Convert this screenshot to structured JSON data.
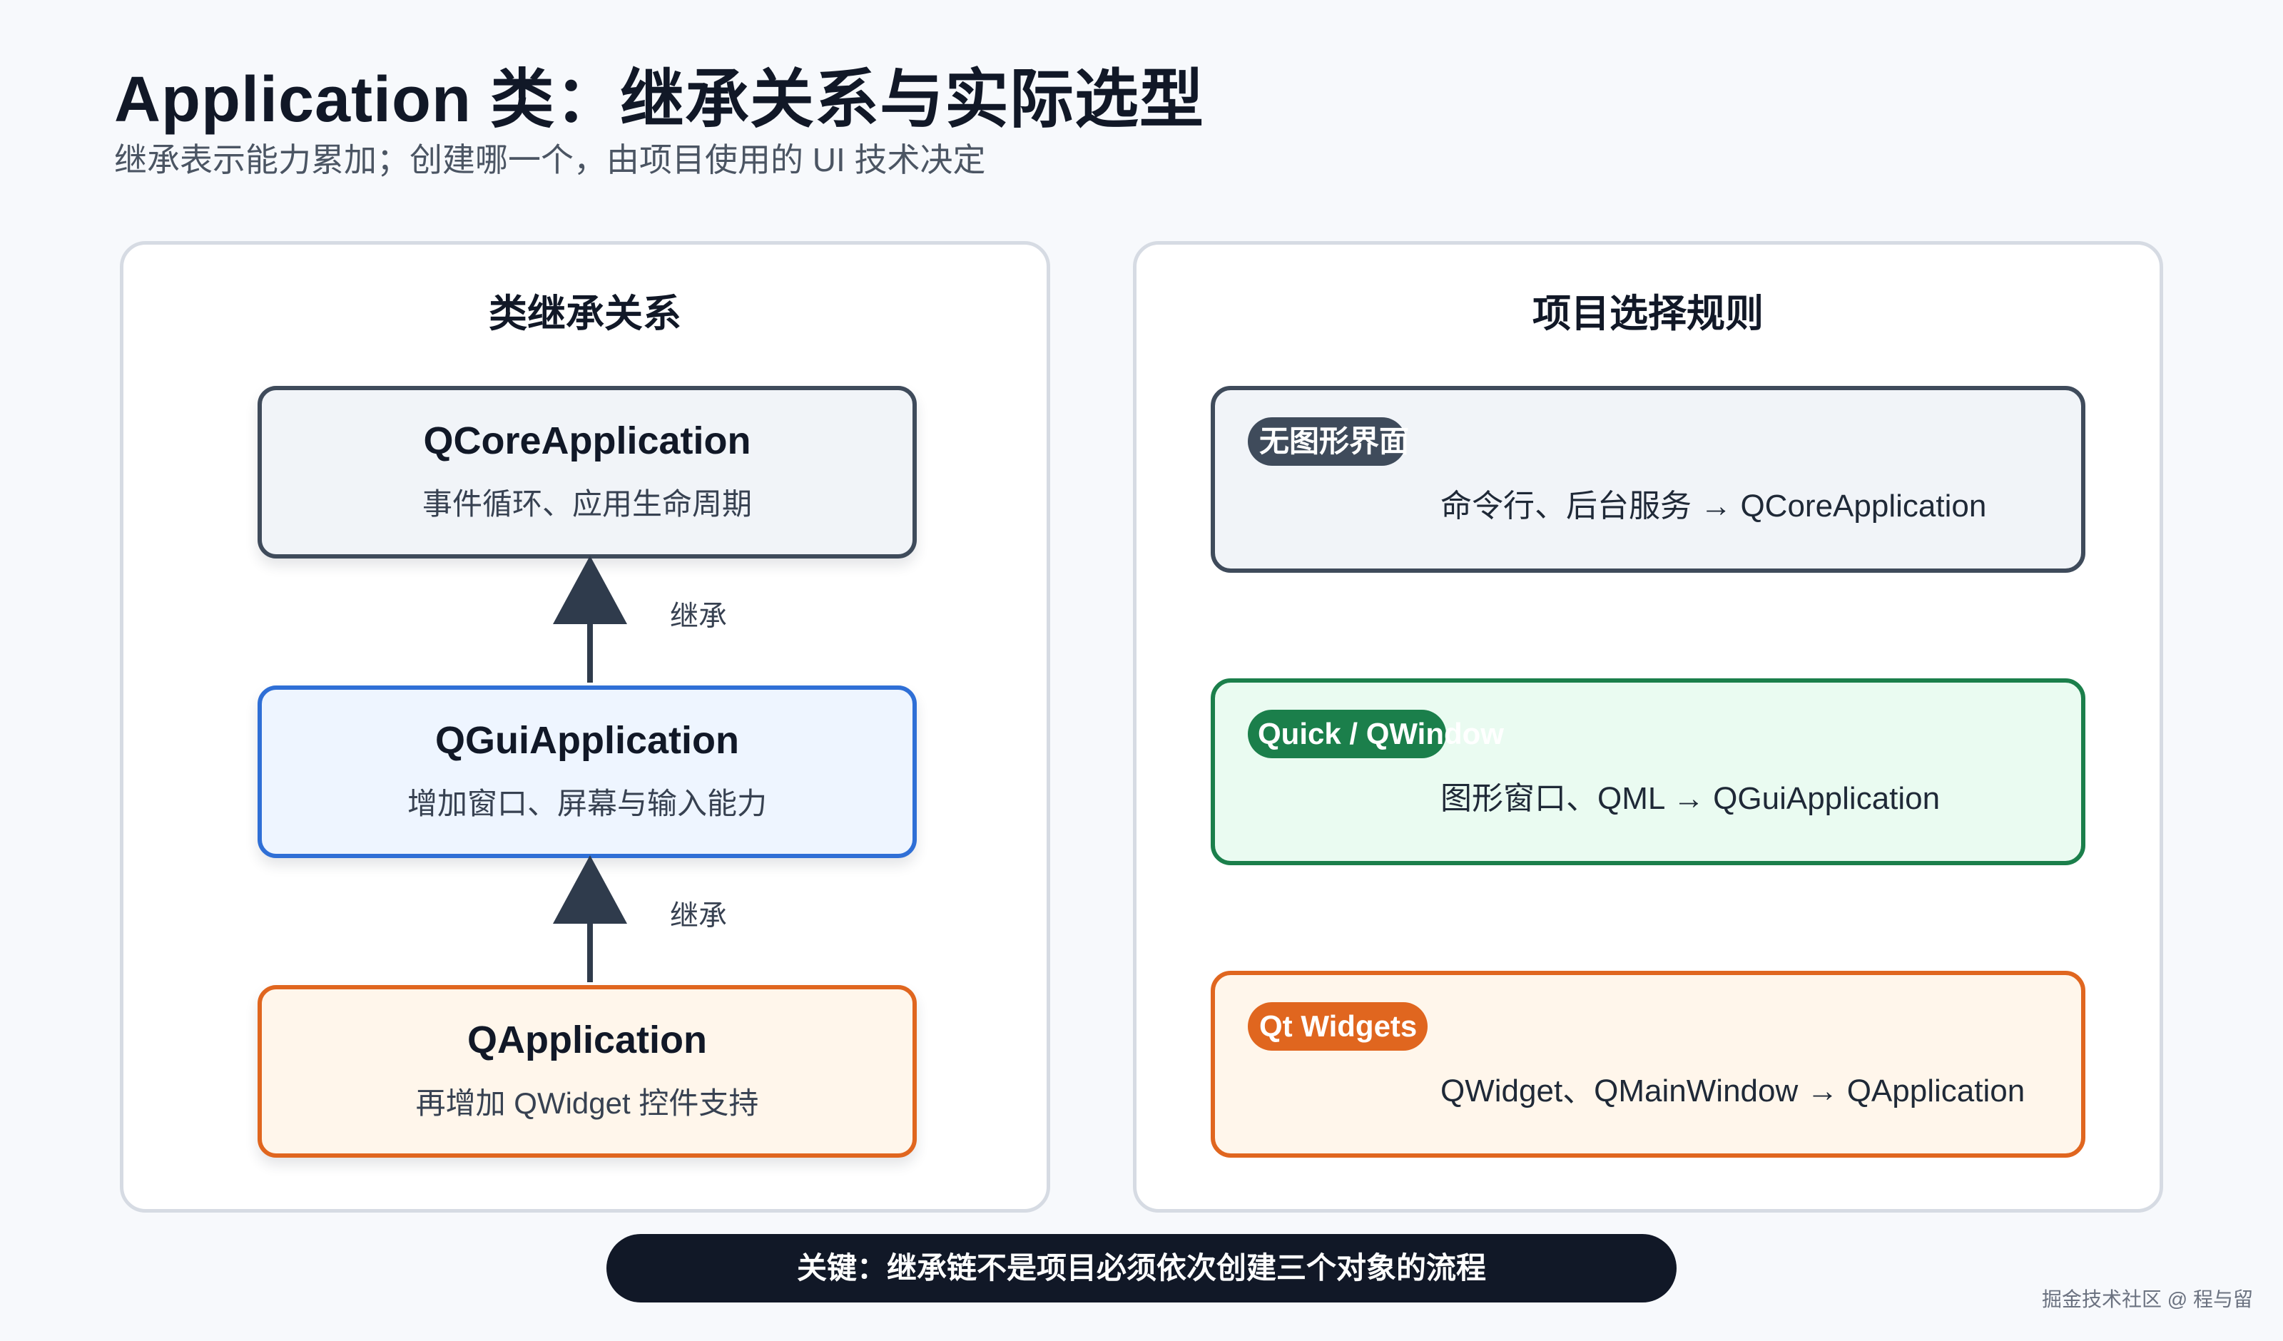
{
  "header": {
    "title": "Application 类：继承关系与实际选型",
    "subtitle": "继承表示能力累加；创建哪一个，由项目使用的 UI 技术决定"
  },
  "left_panel": {
    "title": "类继承关系",
    "classes": [
      {
        "name": "QCoreApplication",
        "desc": "事件循环、应用生命周期"
      },
      {
        "name": "QGuiApplication",
        "desc": "增加窗口、屏幕与输入能力"
      },
      {
        "name": "QApplication",
        "desc": "再增加 QWidget 控件支持"
      }
    ],
    "arrow_label": "继承"
  },
  "right_panel": {
    "title": "项目选择规则",
    "rules": [
      {
        "tag": "无图形界面",
        "text": "命令行、后台服务 → QCoreApplication"
      },
      {
        "tag": "Quick / QWindow",
        "text": "图形窗口、QML → QGuiApplication"
      },
      {
        "tag": "Qt Widgets",
        "text": "QWidget、QMainWindow → QApplication"
      }
    ]
  },
  "key_note": "关键：继承链不是项目必须依次创建三个对象的流程",
  "watermark": "掘金技术社区 @ 程与留",
  "colors": {
    "dark": "#3f4b5b",
    "blue": "#2f6fd6",
    "green": "#1b7f4b",
    "orange": "#e0661f"
  }
}
